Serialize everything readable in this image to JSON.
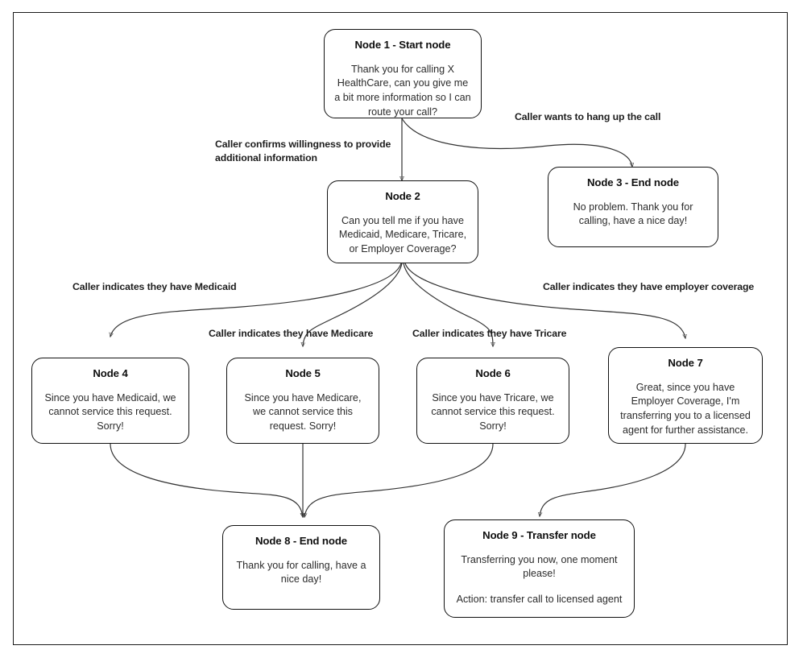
{
  "diagram": {
    "title": "Healthcare call routing flowchart",
    "background": "#ffffff",
    "frame_color": "#1a1a1a",
    "node_border_color": "#111111",
    "edge_color": "#4d4d4d",
    "text_color": "#2b2b2b"
  },
  "nodes": [
    {
      "id": "node1",
      "title": "Node 1 - Start node",
      "lines": [
        "Thank you for calling X HealthCare, can you give me a bit more information so I can route your call?"
      ]
    },
    {
      "id": "node2",
      "title": "Node 2",
      "lines": [
        "Can you tell me if you have Medicaid, Medicare, Tricare, or Employer Coverage?"
      ]
    },
    {
      "id": "node3",
      "title": "Node 3 - End node",
      "lines": [
        "No problem. Thank you for calling, have a nice day!"
      ]
    },
    {
      "id": "node4",
      "title": "Node 4",
      "lines": [
        "Since you have Medicaid, we cannot service this request. Sorry!"
      ]
    },
    {
      "id": "node5",
      "title": "Node 5",
      "lines": [
        "Since you have Medicare, we cannot service this request. Sorry!"
      ]
    },
    {
      "id": "node6",
      "title": "Node 6",
      "lines": [
        "Since you have Tricare, we cannot service this request. Sorry!"
      ]
    },
    {
      "id": "node7",
      "title": "Node 7",
      "lines": [
        "Great, since you have Employer Coverage, I'm transferring you to a licensed agent for further assistance."
      ]
    },
    {
      "id": "node8",
      "title": "Node 8 - End node",
      "lines": [
        "Thank you for calling, have a nice day!"
      ]
    },
    {
      "id": "node9",
      "title": "Node 9 - Transfer node",
      "lines": [
        "Transferring you now, one moment please!",
        "Action: transfer call to licensed agent"
      ]
    }
  ],
  "edge_labels": [
    {
      "id": "e1",
      "text": "Caller confirms willingness to provide additional information"
    },
    {
      "id": "e2",
      "text": "Caller wants to hang up the call"
    },
    {
      "id": "e3",
      "text": "Caller indicates they have Medicaid"
    },
    {
      "id": "e4",
      "text": "Caller indicates they have Medicare"
    },
    {
      "id": "e5",
      "text": "Caller indicates they have Tricare"
    },
    {
      "id": "e6",
      "text": "Caller indicates they have employer coverage"
    }
  ]
}
